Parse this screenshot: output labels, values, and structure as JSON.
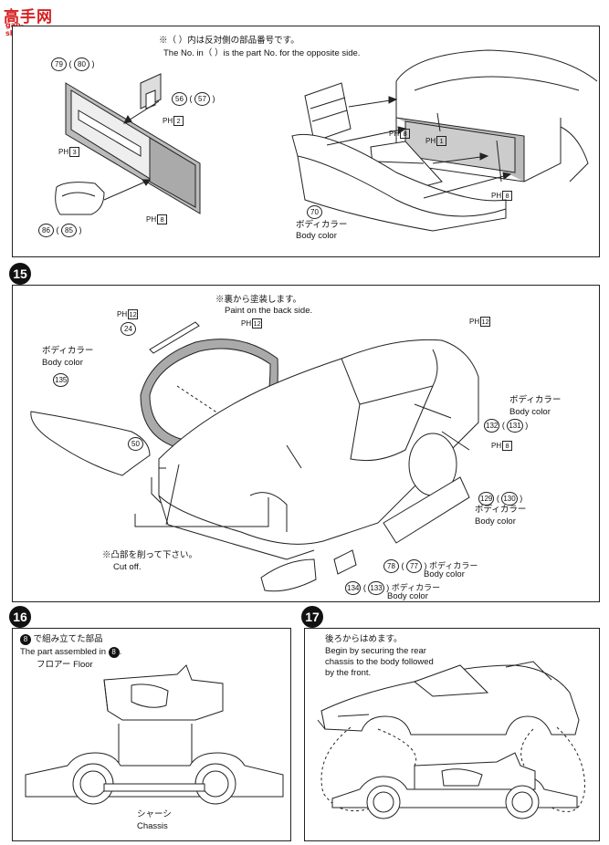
{
  "watermark": {
    "brand": "高手网",
    "url": "gao-shou.com"
  },
  "step14": {
    "note_jp": "※（ ）内は反対側の部品番号です。",
    "note_en": "The No. in（ ）is the part No. for the opposite side.",
    "parts": {
      "p79": "79",
      "p80": "80",
      "p56": "56",
      "p57": "57",
      "p86": "86",
      "p85": "85",
      "p70": "70"
    },
    "ph2": "2",
    "ph3": "3",
    "ph8a": "8",
    "ph8b": "8",
    "ph1": "1",
    "ph8c": "8",
    "ph_prefix": "PH",
    "body_color_jp": "ボディカラー",
    "body_color_en": "Body color"
  },
  "step15": {
    "number": "15",
    "note_jp": "※裏から塗装します。",
    "note_en": "Paint on the back side.",
    "ph12a": "12",
    "ph12b": "12",
    "ph12c": "12",
    "ph8": "8",
    "parts": {
      "p24": "24",
      "p135": "135",
      "p50": "50",
      "p132": "132",
      "p131": "131",
      "p129": "129",
      "p130": "130",
      "p78": "78",
      "p77": "77",
      "p134": "134",
      "p133": "133"
    },
    "body_color_jp": "ボディカラー",
    "body_color_en": "Body color",
    "cutoff_jp": "※凸部を削って下さい。",
    "cutoff_en": "Cut off."
  },
  "step16": {
    "number": "16",
    "ref_num": "8",
    "assembled_jp": "で組み立てた部品",
    "assembled_en": "The part assembled in",
    "floor": "フロアー Floor",
    "chassis_jp": "シャーシ",
    "chassis_en": "Chassis"
  },
  "step17": {
    "number": "17",
    "line_jp": "後ろからはめます。",
    "line1": "Begin by securing the rear",
    "line2": "chassis to the body followed",
    "line3": "by the front."
  }
}
